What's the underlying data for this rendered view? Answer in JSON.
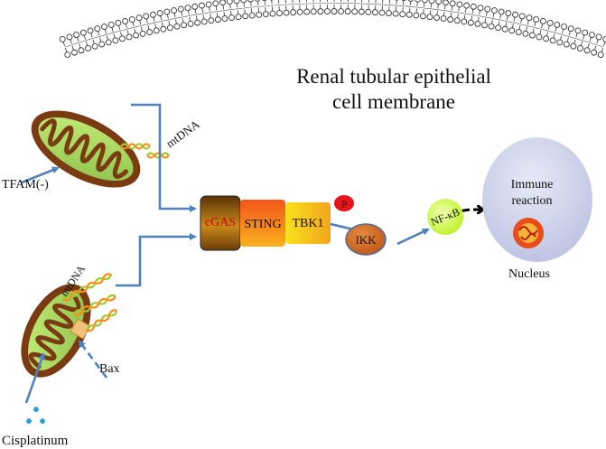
{
  "membrane": {
    "title_line1": "Renal tubular epithelial",
    "title_line2": "cell membrane"
  },
  "labels": {
    "mtdna_top": "mtDNA",
    "tfam": "TFAM(-)",
    "mtdna_bottom": "mtDNA",
    "bax": "Bax",
    "cisplatinum": "Cisplatinum",
    "cgas": "cGAS",
    "sting": "STING",
    "tbk1": "TBK1",
    "phospho": "P",
    "ikk": "IKK",
    "nfkb": "NF-κB",
    "immune_line1": "Immune",
    "immune_line2": "reaction",
    "nucleus": "Nucleus"
  },
  "colors": {
    "arrow": "#4f81bd",
    "mito_outer": "#7a3a12",
    "mito_inner": "#a8d65c",
    "cgas": "#8b5a12",
    "cgas_text": "#d40000",
    "sting": "#f07a1a",
    "tbk1": "#f5d21a",
    "phospho": "#e8141b",
    "ikk": "#d2691e",
    "nfkb": "#ccff33",
    "nucleus": "#c7cde8"
  }
}
